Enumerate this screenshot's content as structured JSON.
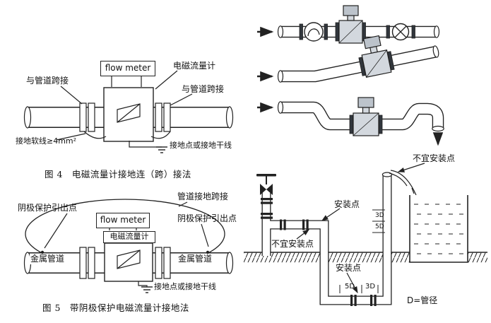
{
  "fig4": {
    "flow_meter_box": "flow meter",
    "meter_label": "电磁流量计",
    "bridge_left": "与管道跨接",
    "bridge_right": "与管道跨接",
    "ground_wire": "接地软线≥4mm²",
    "ground_point": "接地点或接地干线",
    "caption": "图 4　电磁流量计接地连（跨）接法"
  },
  "fig5": {
    "flow_meter_box": "flow meter",
    "pipe_bridge": "管道接地跨接",
    "cathode_left": "阴极保护引出点",
    "cathode_right": "阴极保护引出点",
    "meter_label": "电磁流量计",
    "metal_pipe_left": "金属管道",
    "metal_pipe_right": "金属管道",
    "ground_point": "接地点或接地干线",
    "caption": "图 5　带阴极保护电磁流量计接地法"
  },
  "installation": {
    "unsuitable_top": "不宜安装点",
    "point_upper": "安装点",
    "unsuitable_mid": "不宜安装点",
    "point_lower": "安装点",
    "dim_5d": "5D",
    "dim_3d": "3D",
    "dim_3d_riser": "3D",
    "dim_5d_riser": "5D",
    "diameter_note": "D=管径"
  },
  "colors": {
    "line": "#222222",
    "meter_fill": "#d3d8de",
    "background": "#ffffff"
  }
}
